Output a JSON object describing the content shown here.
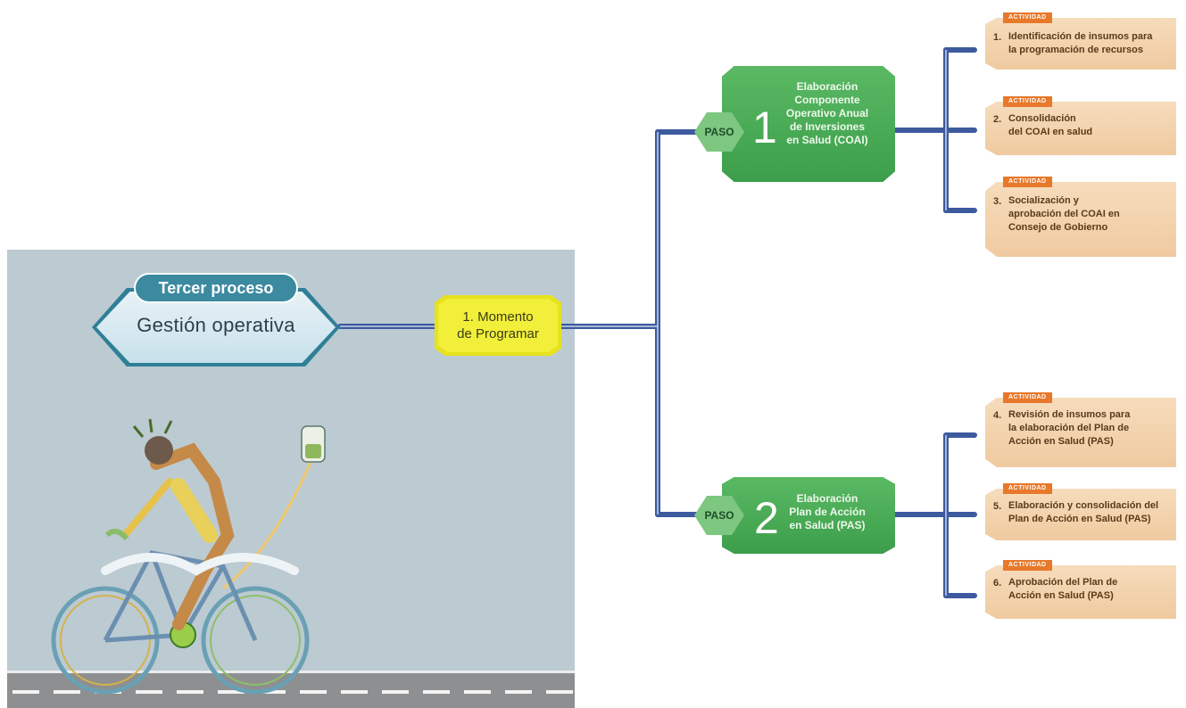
{
  "process": {
    "label": "Tercer proceso",
    "title": "Gestión operativa"
  },
  "momento": {
    "line1": "1. Momento",
    "line2": "de Programar"
  },
  "pasos": [
    {
      "badge": "PASO",
      "number": "1",
      "lines": [
        "Elaboración",
        "Componente",
        "Operativo Anual",
        "de Inversiones",
        "en Salud (COAI)"
      ]
    },
    {
      "badge": "PASO",
      "number": "2",
      "lines": [
        "Elaboración",
        "Plan de Acción",
        "en Salud (PAS)"
      ]
    }
  ],
  "activities": [
    {
      "tag": "ACTIVIDAD",
      "number": "1.",
      "lines": [
        "Identificación de insumos para",
        "la programación de recursos"
      ]
    },
    {
      "tag": "ACTIVIDAD",
      "number": "2.",
      "lines": [
        "Consolidación",
        "del COAI en salud"
      ]
    },
    {
      "tag": "ACTIVIDAD",
      "number": "3.",
      "lines": [
        "Socialización y",
        "aprobación del COAI en",
        "Consejo de Gobierno"
      ]
    },
    {
      "tag": "ACTIVIDAD",
      "number": "4.",
      "lines": [
        "Revisión de insumos para",
        "la elaboración del Plan de",
        "Acción en Salud (PAS)"
      ]
    },
    {
      "tag": "ACTIVIDAD",
      "number": "5.",
      "lines": [
        "Elaboración y consolidación del",
        "Plan de Acción en Salud (PAS)"
      ]
    },
    {
      "tag": "ACTIVIDAD",
      "number": "6.",
      "lines": [
        "Aprobación del Plan de",
        "Acción en Salud (PAS)"
      ]
    }
  ],
  "colors": {
    "panel": "#bccad2",
    "connector": "#3d5a9e",
    "paso_green": "#4aaa57",
    "momento_yellow": "#f2ef3a",
    "activity_bg": "#f2d0aa",
    "activity_tag": "#e8792b",
    "title_teal": "#3b8aa0"
  },
  "icons": {
    "cyclist": "cyclist-illustration",
    "iv_bag": "iv-drip-bag-illustration"
  }
}
